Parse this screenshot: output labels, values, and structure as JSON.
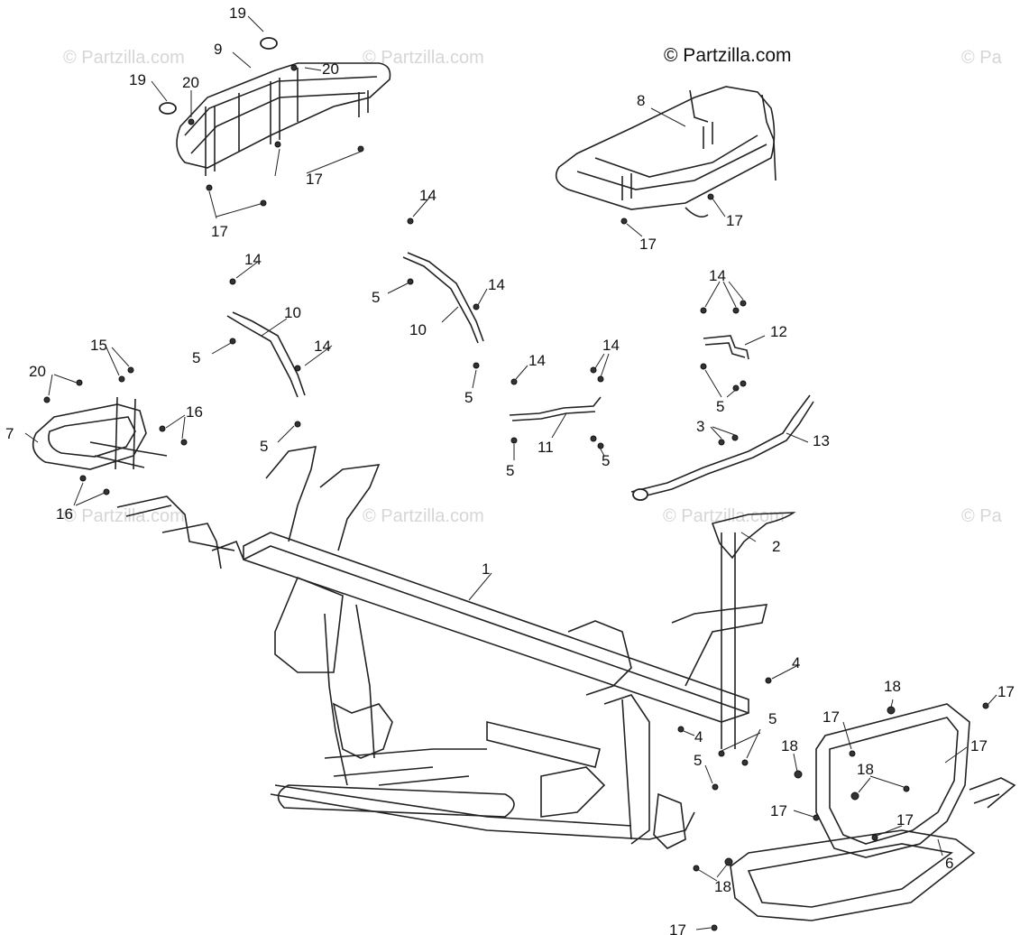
{
  "diagram": {
    "copyright": "© Partzilla.com",
    "watermark_text": "© Partzilla.com",
    "watermark_partial": "© Pa",
    "callouts": {
      "c1": "1",
      "c2": "2",
      "c3": "3",
      "c4a": "4",
      "c4b": "4",
      "c5a": "5",
      "c5b": "5",
      "c5c": "5",
      "c5d": "5",
      "c5e": "5",
      "c5f": "5",
      "c5g": "5",
      "c5h": "5",
      "c6": "6",
      "c7": "7",
      "c8": "8",
      "c9": "9",
      "c10a": "10",
      "c10b": "10",
      "c11": "11",
      "c12": "12",
      "c13": "13",
      "c14a": "14",
      "c14b": "14",
      "c14c": "14",
      "c14d": "14",
      "c14e": "14",
      "c14f": "14",
      "c14g": "14",
      "c15": "15",
      "c16a": "16",
      "c16b": "16",
      "c17a": "17",
      "c17b": "17",
      "c17c": "17",
      "c17d": "17",
      "c17e": "17",
      "c17f": "17",
      "c17g": "17",
      "c17h": "17",
      "c17i": "17",
      "c17j": "17",
      "c18a": "18",
      "c18b": "18",
      "c18c": "18",
      "c18d": "18",
      "c19a": "19",
      "c19b": "19",
      "c20a": "20",
      "c20b": "20",
      "c20c": "20"
    }
  }
}
